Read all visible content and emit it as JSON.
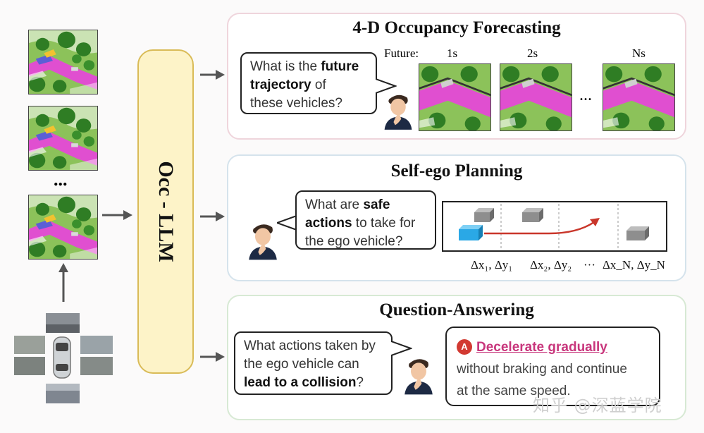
{
  "llm": {
    "label": "Occ - LLM"
  },
  "input": {
    "ellipsis": "..."
  },
  "forecast": {
    "title": "4-D Occupancy Forecasting",
    "question_pre": "What is the ",
    "question_bold1": "future",
    "question_bold2": "trajectory",
    "question_post1": " of",
    "question_post2": "these vehicles?",
    "future_label": "Future:",
    "steps": [
      "1s",
      "2s",
      "Ns"
    ],
    "ellipsis": "..."
  },
  "planning": {
    "title": "Self-ego Planning",
    "question_pre": "What are ",
    "question_bold1": "safe",
    "question_bold2": "actions",
    "question_post1": " to take for",
    "question_post2": "the ego vehicle?",
    "ticks": [
      "Δx₁, Δy₁",
      "Δx₂, Δy₂",
      "···",
      "Δx_N, Δy_N"
    ]
  },
  "qa": {
    "title": "Question-Answering",
    "question_line1": "What actions taken by",
    "question_line2": "the ego vehicle can",
    "question_bold": "lead to a collision",
    "question_end": "?",
    "answer_badge": "A",
    "answer_highlight": "Decelerate gradually",
    "answer_rest1": "without braking and continue",
    "answer_rest2": "at the same speed."
  },
  "watermark": "知乎 @深蓝学院",
  "colors": {
    "road": "#e04fd0",
    "vegetation": "#2f7d24",
    "ground": "#8cc25a",
    "ego_vehicle": "#2aa8e6",
    "trajectory": "#c9362a"
  }
}
